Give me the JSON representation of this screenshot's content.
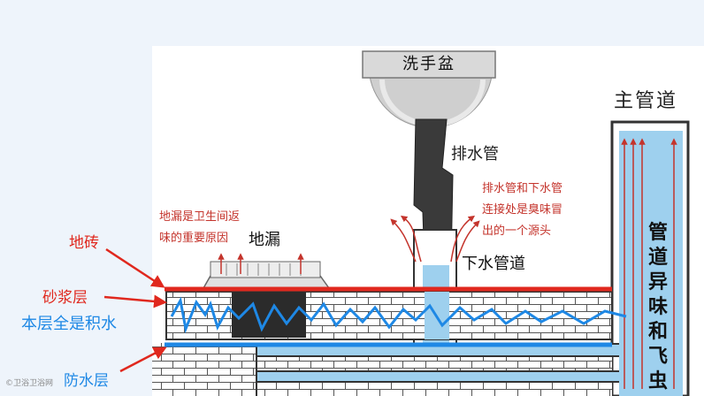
{
  "labels": {
    "basin": "洗手盆",
    "main_pipe": "主管道",
    "drain_pipe": "排水管",
    "down_pipe": "下水管道",
    "floor_drain": "地漏",
    "floor_drain_note": [
      "地漏是卫生间返",
      "味的重要原因"
    ],
    "joint_note": [
      "排水管和下水管",
      "连接处是臭味冒",
      "出的一个源头"
    ],
    "pipe_odor": "管道异味和飞虫"
  },
  "annotations": {
    "tile": "地砖",
    "mortar": "砂浆层",
    "water": "本层全是积水",
    "waterproof": "防水层"
  },
  "watermark": "©卫浴卫浴网",
  "colors": {
    "annotation_red": "#e0281e",
    "water_blue": "#1e88e5",
    "pipe_fill": "#9ed0ee",
    "arrow_red": "#c4342c"
  }
}
